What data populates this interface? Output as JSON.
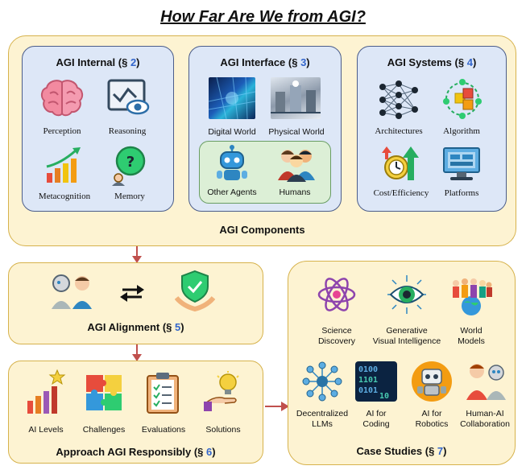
{
  "title": "How Far Are We from AGI?",
  "components": {
    "label": "AGI Components",
    "internal": {
      "title": "AGI Internal (§ ",
      "section": "2",
      "close": ")",
      "items": [
        "Perception",
        "Reasoning",
        "Metacognition",
        "Memory"
      ]
    },
    "interface": {
      "title": "AGI Interface (§ ",
      "section": "3",
      "close": ")",
      "items": [
        "Digital World",
        "Physical World",
        "Other Agents",
        "Humans"
      ]
    },
    "systems": {
      "title": "AGI Systems (§ ",
      "section": "4",
      "close": ")",
      "items": [
        "Architectures",
        "Algorithm",
        "Cost/Efficiency",
        "Platforms"
      ]
    }
  },
  "alignment": {
    "title": "AGI Alignment (§ ",
    "section": "5",
    "close": ")"
  },
  "approach": {
    "title": "Approach AGI Responsibly (§ ",
    "section": "6",
    "close": ")",
    "items": [
      "AI Levels",
      "Challenges",
      "Evaluations",
      "Solutions"
    ]
  },
  "case_studies": {
    "title": "Case Studies (§ ",
    "section": "7",
    "close": ")",
    "items": [
      [
        "Science",
        "Discovery"
      ],
      [
        "Generative",
        "Visual Intelligence"
      ],
      [
        "World",
        "Models"
      ],
      [
        "Decentralized",
        "LLMs"
      ],
      [
        "AI for",
        "Coding"
      ],
      [
        "AI for",
        "Robotics"
      ],
      [
        "Human-AI",
        "Collaboration"
      ]
    ]
  },
  "colors": {
    "panel_fill": "#fdf3d2",
    "panel_border": "#d6b24c",
    "inner_fill": "#dde7f7",
    "inner_border": "#4b5d8a",
    "green_fill": "#dcefd6",
    "arrow": "#c0504d",
    "section_number": "#3366cc"
  }
}
